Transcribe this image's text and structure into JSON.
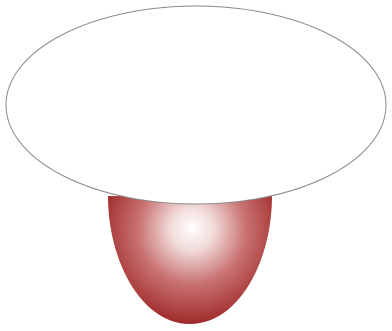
{
  "diagram": {
    "shapes": [
      {
        "kind": "ellipse",
        "role": "top-disc",
        "fill": "#ffffff",
        "stroke": "#7a7a7a"
      },
      {
        "kind": "paraboloid-cup",
        "role": "lower-bowl",
        "highlight": "#ffffff",
        "mid": "#c86a6a",
        "shadow": "#8b1414"
      }
    ]
  }
}
